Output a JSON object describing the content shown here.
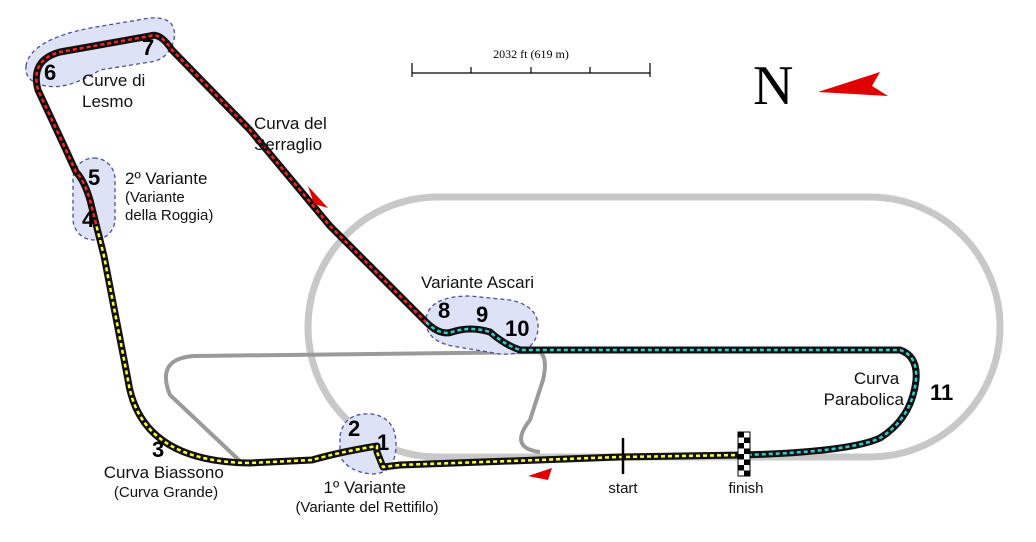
{
  "map": {
    "scale_label": "2032 ft (619 m)",
    "north_label": "N",
    "colors": {
      "old_oval": "#c8c8c8",
      "old_link": "#9a9a9a",
      "track": "#111111",
      "sector1": "#ffff33",
      "sector2": "#ff2222",
      "sector3": "#33cccc",
      "zone_fill": "#dde2f7",
      "zone_stroke": "#4a4f9e",
      "arrow": "#e00000"
    },
    "corners": [
      {
        "number": "1"
      },
      {
        "number": "2"
      },
      {
        "number": "3"
      },
      {
        "number": "4"
      },
      {
        "number": "5"
      },
      {
        "number": "6"
      },
      {
        "number": "7"
      },
      {
        "number": "8"
      },
      {
        "number": "9"
      },
      {
        "number": "10"
      },
      {
        "number": "11"
      }
    ],
    "labels": {
      "curve_di_lesmo": [
        "Curve di",
        "Lesmo"
      ],
      "curva_del_serraglio": [
        "Curva del",
        "Serraglio"
      ],
      "variante_della_roggia": [
        "2º Variante",
        "(Variante",
        "della Roggia)"
      ],
      "variante_ascari": "Variante Ascari",
      "curva_parabolica": [
        "Curva",
        "Parabolica"
      ],
      "curva_biassono": [
        "Curva Biassono",
        "(Curva Grande)"
      ],
      "variante_del_rettifilo": [
        "1º Variante",
        "(Variante del Rettifilo)"
      ],
      "start": "start",
      "finish": "finish"
    }
  }
}
